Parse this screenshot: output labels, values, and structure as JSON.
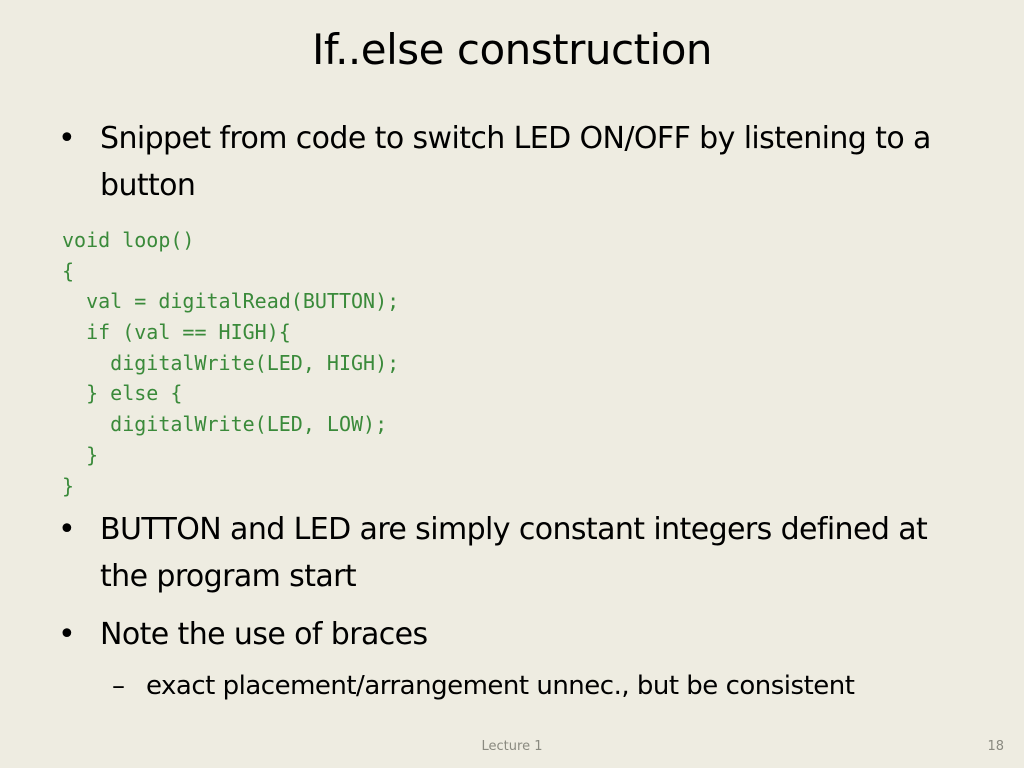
{
  "slide": {
    "title": "If..else construction",
    "bullet_glyph": "•",
    "sub_glyph": "–",
    "bullets": [
      {
        "text": "Snippet from code to switch LED ON/OFF by listening to a button"
      },
      {
        "text": "BUTTON and LED are simply constant integers defined at the program start"
      },
      {
        "text": "Note the use of braces"
      }
    ],
    "sub_bullet": {
      "text": "exact placement/arrangement unnec., but be consistent"
    },
    "code_lines": [
      "void loop()",
      "{",
      "  val = digitalRead(BUTTON);",
      "  if (val == HIGH){",
      "    digitalWrite(LED, HIGH);",
      "  } else {",
      "    digitalWrite(LED, LOW);",
      "  }",
      "}"
    ],
    "footer": "Lecture 1",
    "page_number": "18"
  },
  "colors": {
    "background": "#eeece1",
    "code_text": "#3a8a3a",
    "footer_text": "#8a8a80"
  }
}
